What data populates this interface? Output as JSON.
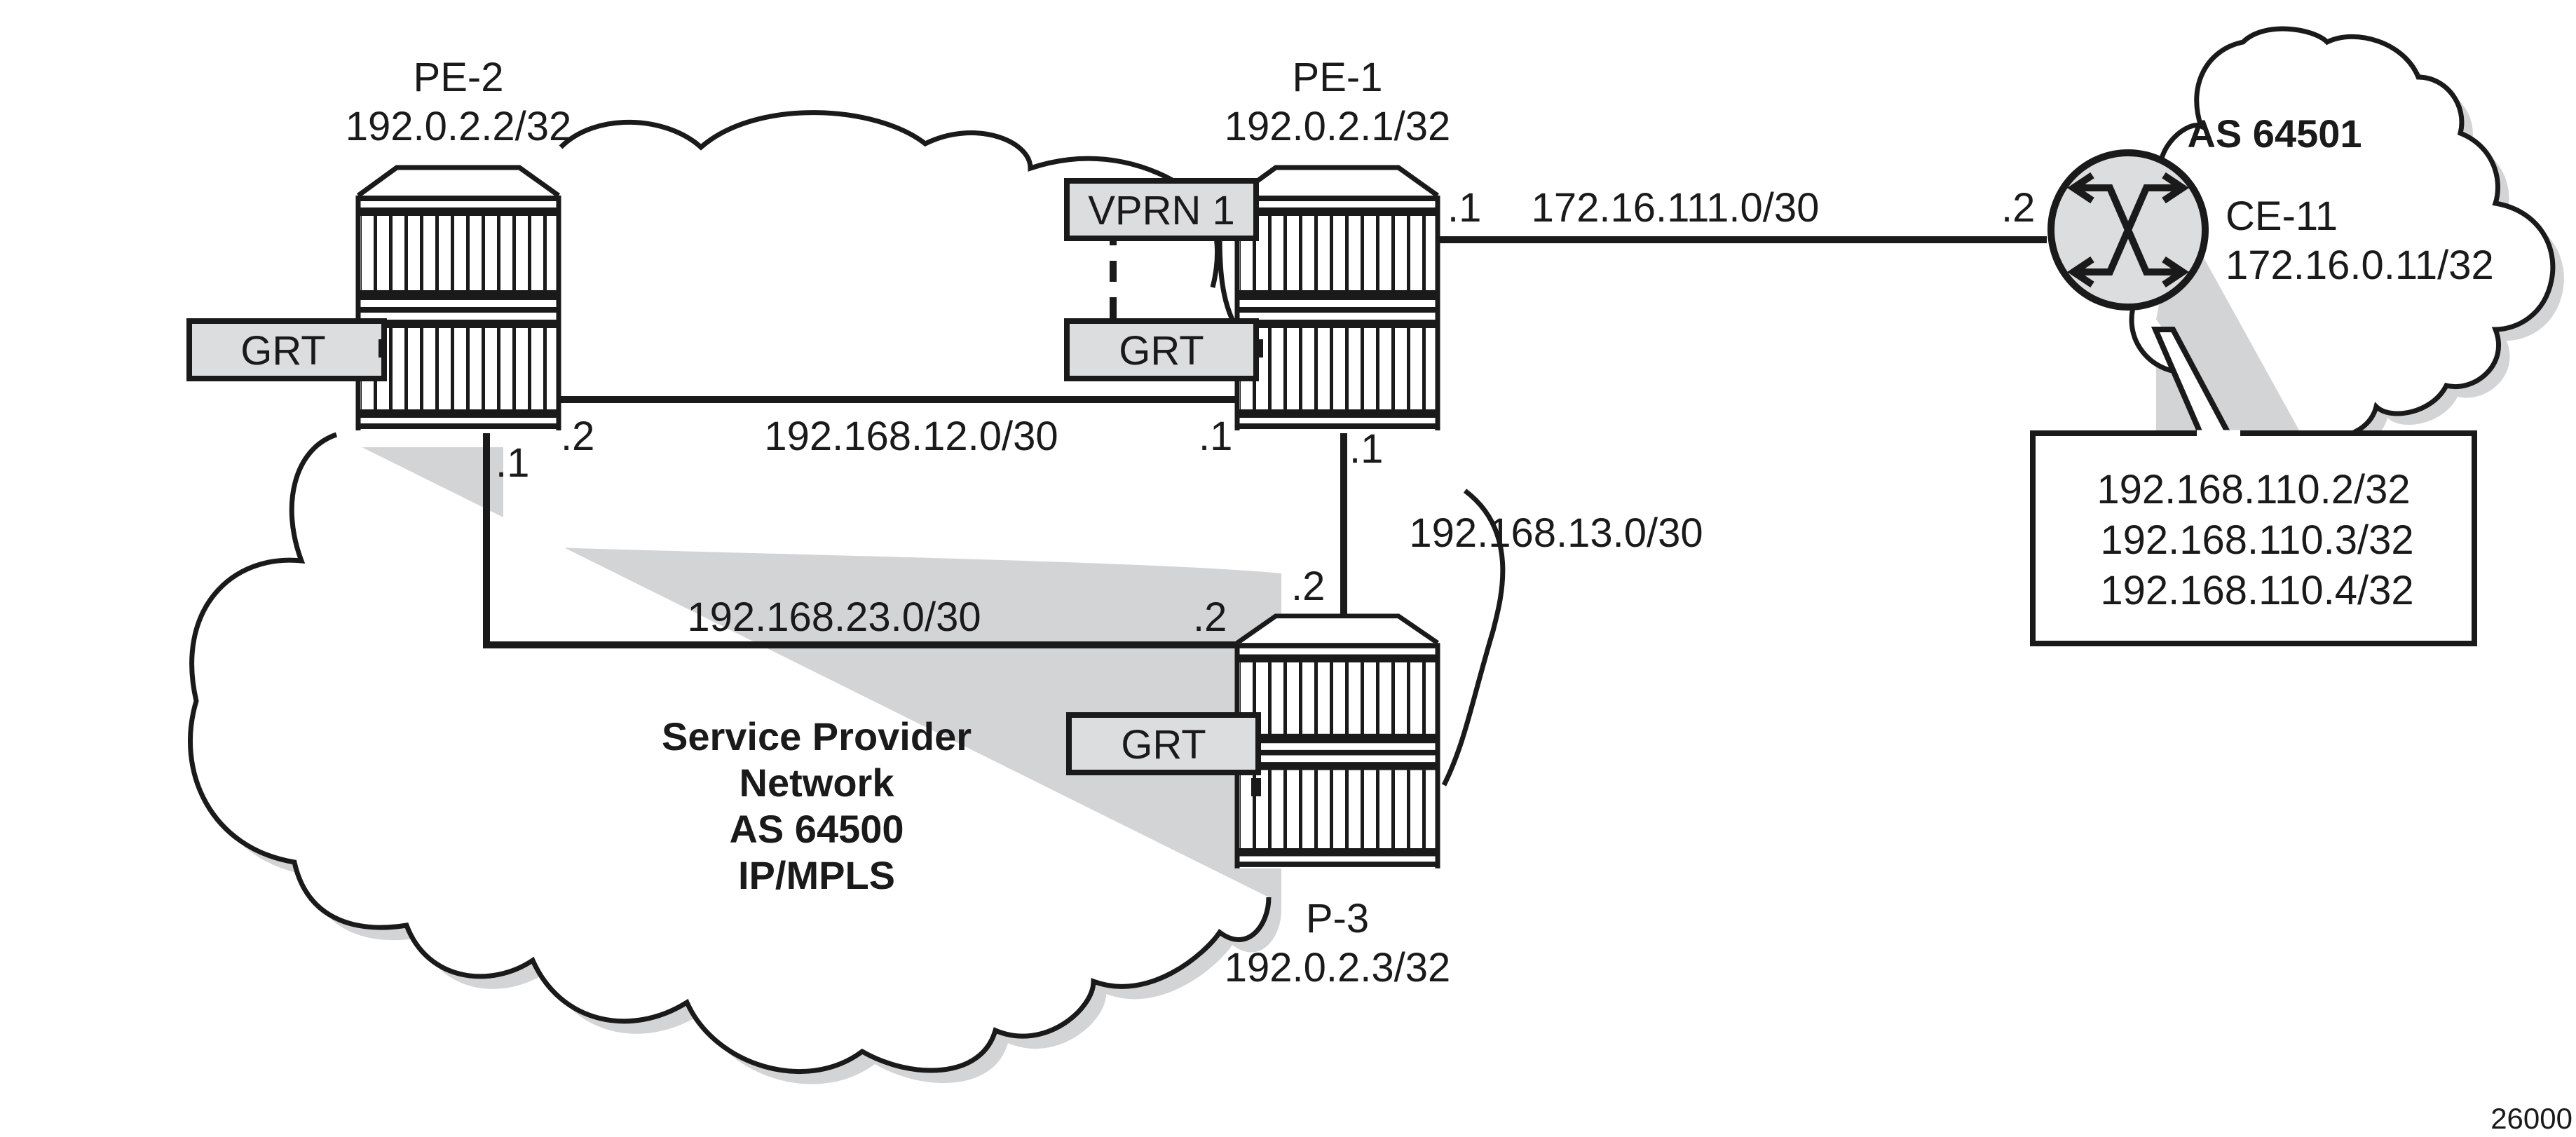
{
  "diagram": {
    "figure_id": "26000",
    "clouds": {
      "provider": {
        "lines": [
          "Service Provider",
          "Network",
          "AS 64500",
          "IP/MPLS"
        ]
      },
      "customer": {
        "label": "AS 64501"
      }
    },
    "nodes": {
      "pe2": {
        "name": "PE-2",
        "address": "192.0.2.2/32",
        "instance": "GRT"
      },
      "pe1": {
        "name": "PE-1",
        "address": "192.0.2.1/32",
        "instances": [
          "VPRN 1",
          "GRT"
        ]
      },
      "p3": {
        "name": "P-3",
        "address": "192.0.2.3/32",
        "instance": "GRT"
      },
      "ce11": {
        "name": "CE-11",
        "address": "172.16.0.11/32"
      }
    },
    "links": {
      "pe1_ce11": {
        "subnet": "172.16.111.0/30",
        "a_end": ".1",
        "b_end": ".2"
      },
      "pe2_pe1": {
        "subnet": "192.168.12.0/30",
        "a_end": ".2",
        "b_end": ".1"
      },
      "pe1_p3": {
        "subnet": "192.168.13.0/30",
        "a_end": ".1",
        "b_end": ".2"
      },
      "pe2_p3": {
        "subnet": "192.168.23.0/30",
        "a_end": ".1",
        "b_end": ".2"
      }
    },
    "ce_prefixes": [
      "192.168.110.2/32",
      "192.168.110.3/32",
      "192.168.110.4/32"
    ]
  }
}
